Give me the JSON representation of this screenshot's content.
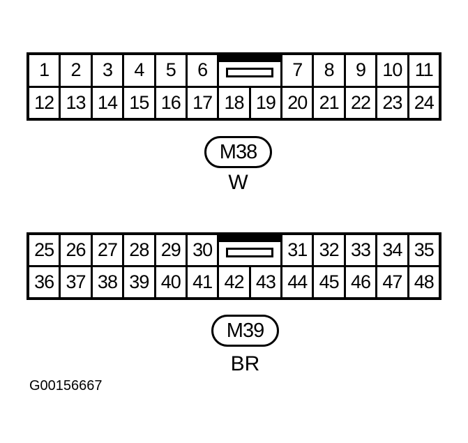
{
  "connectors": [
    {
      "id": "M38",
      "color": "W",
      "top_row": [
        "1",
        "2",
        "3",
        "4",
        "5",
        "6",
        "7",
        "8",
        "9",
        "10",
        "11"
      ],
      "bottom_row": [
        "12",
        "13",
        "14",
        "15",
        "16",
        "17",
        "18",
        "19",
        "20",
        "21",
        "22",
        "23",
        "24"
      ]
    },
    {
      "id": "M39",
      "color": "BR",
      "top_row": [
        "25",
        "26",
        "27",
        "28",
        "29",
        "30",
        "31",
        "32",
        "33",
        "34",
        "35"
      ],
      "bottom_row": [
        "36",
        "37",
        "38",
        "39",
        "40",
        "41",
        "42",
        "43",
        "44",
        "45",
        "46",
        "47",
        "48"
      ]
    }
  ],
  "figure_id": "G00156667"
}
